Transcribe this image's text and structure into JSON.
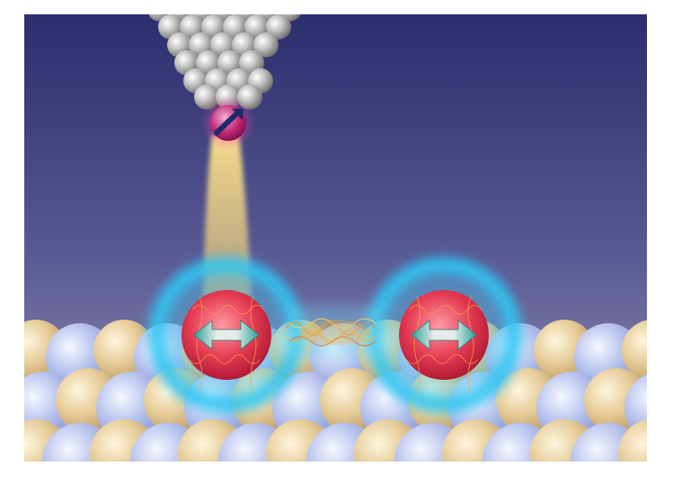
{
  "scene": {
    "colors": {
      "background_top": "#2c2e6e",
      "background_mid": "#4b4f8c",
      "background_bottom": "#8a7fa7",
      "tip_atom": "#c9c9c9",
      "tip_spin_atom": "#b8216a",
      "tunneling_beam": "#f5de7e",
      "magnetic_atom": "#e8384f",
      "atom_glow": "#23c3f2",
      "spin_arrow": "#2f9c96",
      "surface_gold": "#e2c58e",
      "surface_blue": "#aebbe8",
      "tip_arrow": "#1e2a6c"
    },
    "elements": {
      "tip": {
        "icon": "tip-atom-cluster",
        "atom_count": 30
      },
      "tip_spin": {
        "icon": "spin-up-right-arrow"
      },
      "left_atom": {
        "icon": "horizontal-double-arrow"
      },
      "right_atom": {
        "icon": "horizontal-double-arrow"
      },
      "coupling": {
        "icon": "orange-wavy-link"
      },
      "surface": {
        "icon": "alternating-atom-lattice",
        "rows": 3
      }
    }
  }
}
